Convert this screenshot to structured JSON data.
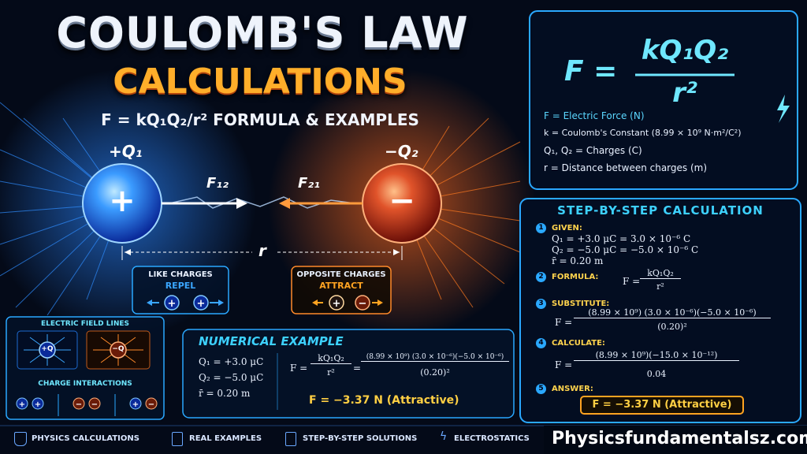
{
  "header": {
    "title": "COULOMB'S LAW",
    "subtitle_main": "CALCULATIONS",
    "formula_line": "F = kQ₁Q₂/r² FORMULA & EXAMPLES"
  },
  "diagram": {
    "q1_label": "+Q₁",
    "q2_label": "−Q₂",
    "q1_symbol": "+",
    "q2_symbol": "−",
    "f12_label": "F₁₂",
    "f21_label": "F₂₁",
    "r_label": "r"
  },
  "like_charges": {
    "title": "LIKE CHARGES",
    "word": "REPEL"
  },
  "opposite_charges": {
    "title": "OPPOSITE CHARGES",
    "word": "ATTRACT"
  },
  "field_lines": {
    "title": "ELECTRIC FIELD LINES",
    "pos": "+Q",
    "neg": "−Q"
  },
  "interactions": {
    "title": "CHARGE INTERACTIONS"
  },
  "formula_panel": {
    "lhs": "F =",
    "numerator": "kQ₁Q₂",
    "denominator": "r²",
    "legend": [
      {
        "sym": "F",
        "text": "= Electric Force (N)"
      },
      {
        "sym": "k",
        "text": "= Coulomb's Constant (8.99 × 10⁹ N·m²/C²)"
      },
      {
        "sym": "Q₁, Q₂",
        "text": "= Charges (C)"
      },
      {
        "sym": "r",
        "text": "= Distance between charges (m)"
      }
    ]
  },
  "steps": {
    "title": "STEP-BY-STEP CALCULATION",
    "s1_title": "GIVEN:",
    "s1_l1": "Q₁ = +3.0 μC = 3.0 × 10⁻⁶ C",
    "s1_l2": "Q₂ = −5.0 μC = −5.0 × 10⁻⁶ C",
    "s1_l3": "r̄ = 0.20 m",
    "s2_title": "FORMULA:",
    "s2_lhs": "F =",
    "s2_num": "kQ₁Q₂",
    "s2_den": "r²",
    "s3_title": "SUBSTITUTE:",
    "s3_lhs": "F =",
    "s3_num": "(8.99 × 10⁹) (3.0 × 10⁻⁶)(−5.0 × 10⁻⁶)",
    "s3_den": "(0.20)²",
    "s4_title": "CALCULATE:",
    "s4_lhs": "F =",
    "s4_num": "(8.99 × 10⁹)(−15.0 × 10⁻¹²)",
    "s4_den": "0.04",
    "s5_title": "ANSWER:",
    "answer": "F = −3.37 N (Attractive)",
    "n1": "1",
    "n2": "2",
    "n3": "3",
    "n4": "4",
    "n5": "5"
  },
  "example": {
    "title": "NUMERICAL EXAMPLE",
    "q1": "Q₁ = +3.0 μC",
    "q2": "Q₂ = −5.0 μC",
    "r": "r̄  = 0.20 m",
    "lhs": "F =",
    "num1": "kQ₁Q₂",
    "den1": "r²",
    "eq": "=",
    "num2": "(8.99 × 10⁹) (3.0 × 10⁻⁶)(−5.0 × 10⁻⁶)",
    "den2": "(0.20)²",
    "result": "F = −3.37 N (Attractive)"
  },
  "footer": {
    "items": [
      "PHYSICS CALCULATIONS",
      "REAL EXAMPLES",
      "STEP-BY-STEP SOLUTIONS",
      "ELECTROSTATICS"
    ],
    "brand": "Physicsfundamentalsz.com"
  },
  "colors": {
    "accent_blue": "#2aa8ff",
    "accent_orange": "#ffa321",
    "bg": "#040a18"
  }
}
